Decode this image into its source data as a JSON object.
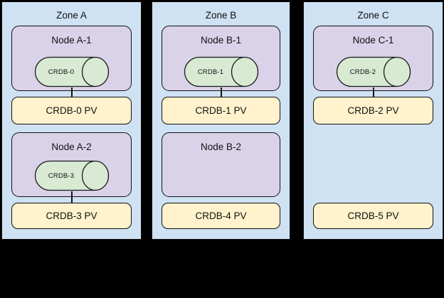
{
  "colors": {
    "canvas-bg": "#000000",
    "zone-fill": "#cfe2f3",
    "node-fill": "#d9d2e9",
    "pod-fill": "#d9ead3",
    "pv-fill": "#fff2cc",
    "line": "#111111"
  },
  "zones": [
    {
      "label": "Zone A",
      "node1": {
        "label": "Node A-1",
        "pod": {
          "label": "CRDB-0"
        }
      },
      "pv1": {
        "label": "CRDB-0 PV"
      },
      "node2": {
        "label": "Node A-2",
        "pod": {
          "label": "CRDB-3"
        }
      },
      "pv2": {
        "label": "CRDB-3 PV"
      }
    },
    {
      "label": "Zone B",
      "node1": {
        "label": "Node B-1",
        "pod": {
          "label": "CRDB-1"
        }
      },
      "pv1": {
        "label": "CRDB-1 PV"
      },
      "node2": {
        "label": "Node B-2"
      },
      "pv2": {
        "label": "CRDB-4 PV"
      }
    },
    {
      "label": "Zone C",
      "node1": {
        "label": "Node C-1",
        "pod": {
          "label": "CRDB-2"
        }
      },
      "pv1": {
        "label": "CRDB-2 PV"
      },
      "pv2": {
        "label": "CRDB-5 PV"
      }
    }
  ]
}
